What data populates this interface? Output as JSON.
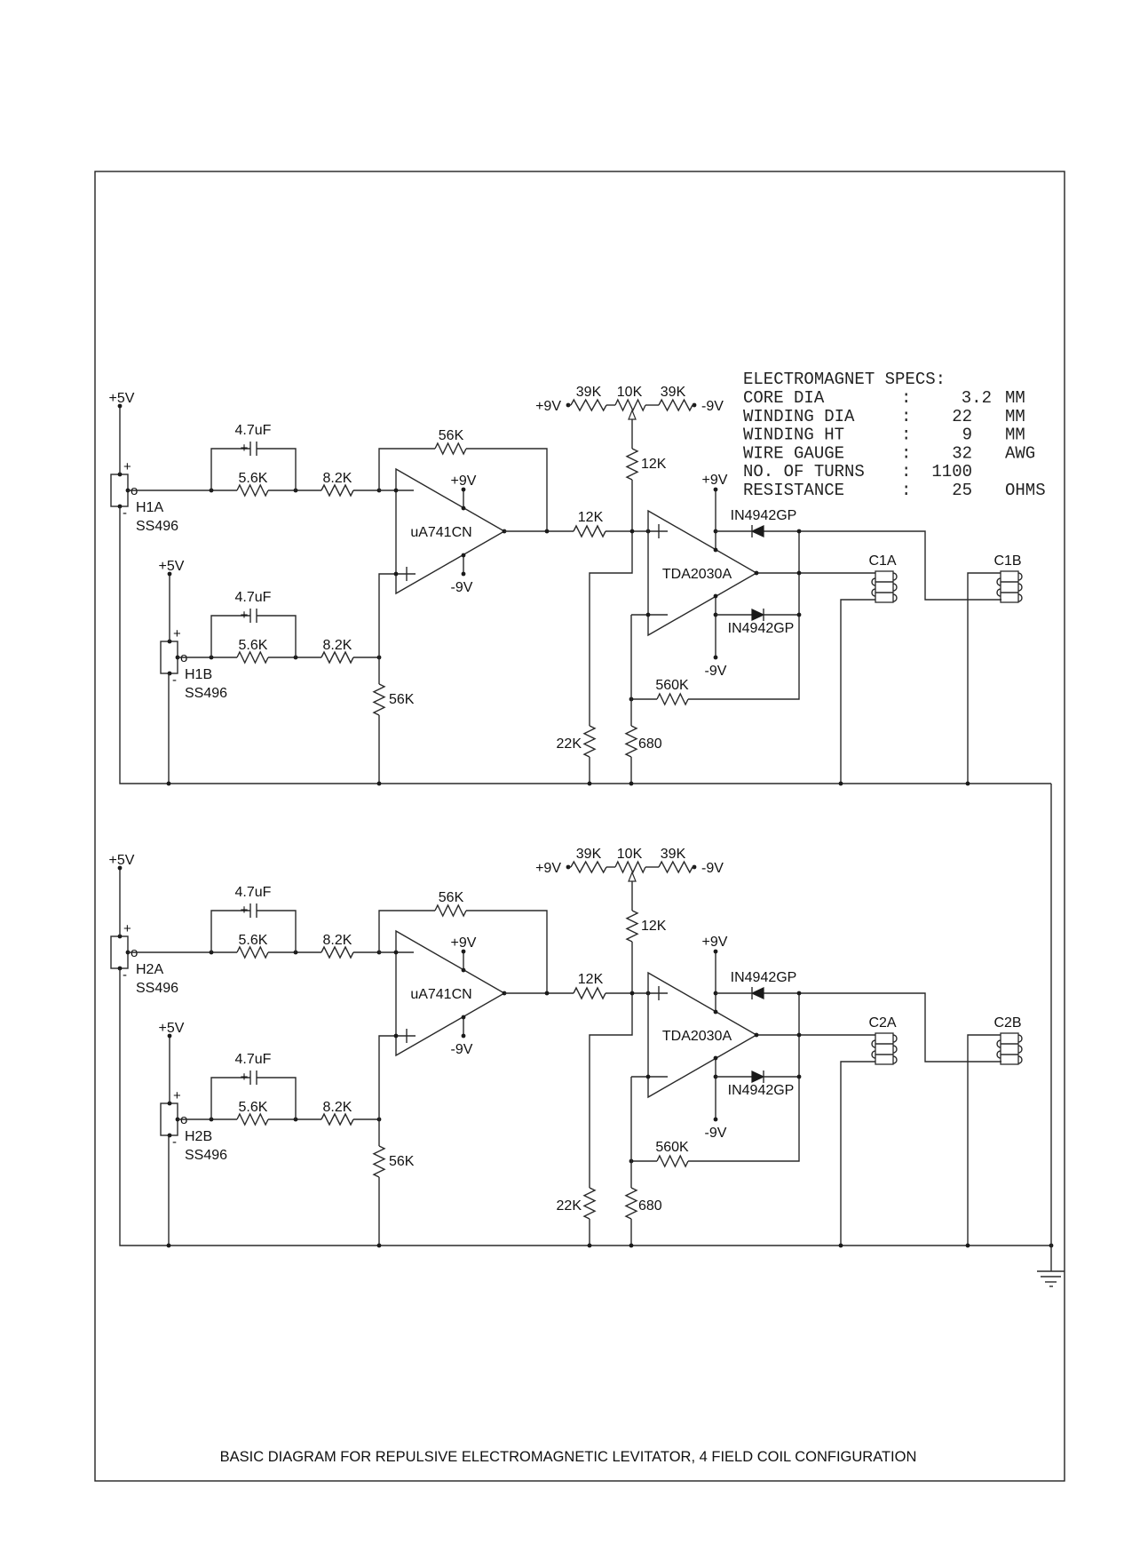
{
  "title": "BASIC DIAGRAM FOR REPULSIVE ELECTROMAGNETIC LEVITATOR, 4 FIELD COIL CONFIGURATION",
  "specs": {
    "heading": "ELECTROMAGNET SPECS:",
    "rows": [
      {
        "label": "CORE DIA",
        "sep": ":",
        "value": "3.2",
        "unit": "MM"
      },
      {
        "label": "WINDING DIA",
        "sep": ":",
        "value": "22",
        "unit": "MM"
      },
      {
        "label": "WINDING HT",
        "sep": ":",
        "value": "9",
        "unit": "MM"
      },
      {
        "label": "WIRE GAUGE",
        "sep": ":",
        "value": "32",
        "unit": "AWG"
      },
      {
        "label": "NO. OF TURNS",
        "sep": ":",
        "value": "1100",
        "unit": ""
      },
      {
        "label": "RESISTANCE",
        "sep": ":",
        "value": "25",
        "unit": "OHMS"
      }
    ]
  },
  "sections": [
    {
      "sensors": [
        {
          "id": "H1A",
          "part": "SS496",
          "supply": "+5V",
          "pin_plus": "+",
          "pin_out": "o",
          "pin_minus": "-"
        },
        {
          "id": "H1B",
          "part": "SS496",
          "supply": "+5V",
          "pin_plus": "+",
          "pin_out": "o",
          "pin_minus": "-"
        }
      ],
      "filters": [
        {
          "cap": "4.7uF",
          "cap_polarity": "+",
          "r1": "5.6K",
          "r2": "8.2K"
        },
        {
          "cap": "4.7uF",
          "cap_polarity": "+",
          "r1": "5.6K",
          "r2": "8.2K"
        }
      ],
      "preamp": {
        "part": "uA741CN",
        "feedback": "56K",
        "bias": "56K",
        "vpos": "+9V",
        "vneg": "-9V"
      },
      "offset": {
        "vpos": "+9V",
        "r_left": "39K",
        "pot": "10K",
        "r_right": "39K",
        "vneg": "-9V",
        "wiper_r": "12K"
      },
      "driver": {
        "input_r": "12K",
        "part": "TDA2030A",
        "vpos": "+9V",
        "vneg": "-9V",
        "diode_top": "IN4942GP",
        "diode_bottom": "IN4942GP",
        "feedback_r": "560K",
        "divider_r": "22K",
        "ground_r": "680"
      },
      "coils": [
        "C1A",
        "C1B"
      ]
    },
    {
      "sensors": [
        {
          "id": "H2A",
          "part": "SS496",
          "supply": "+5V",
          "pin_plus": "+",
          "pin_out": "o",
          "pin_minus": "-"
        },
        {
          "id": "H2B",
          "part": "SS496",
          "supply": "+5V",
          "pin_plus": "+",
          "pin_out": "o",
          "pin_minus": "-"
        }
      ],
      "filters": [
        {
          "cap": "4.7uF",
          "cap_polarity": "+",
          "r1": "5.6K",
          "r2": "8.2K"
        },
        {
          "cap": "4.7uF",
          "cap_polarity": "+",
          "r1": "5.6K",
          "r2": "8.2K"
        }
      ],
      "preamp": {
        "part": "uA741CN",
        "feedback": "56K",
        "bias": "56K",
        "vpos": "+9V",
        "vneg": "-9V"
      },
      "offset": {
        "vpos": "+9V",
        "r_left": "39K",
        "pot": "10K",
        "r_right": "39K",
        "vneg": "-9V",
        "wiper_r": "12K"
      },
      "driver": {
        "input_r": "12K",
        "part": "TDA2030A",
        "vpos": "+9V",
        "vneg": "-9V",
        "diode_top": "IN4942GP",
        "diode_bottom": "IN4942GP",
        "feedback_r": "560K",
        "divider_r": "22K",
        "ground_r": "680"
      },
      "coils": [
        "C2A",
        "C2B"
      ]
    }
  ]
}
